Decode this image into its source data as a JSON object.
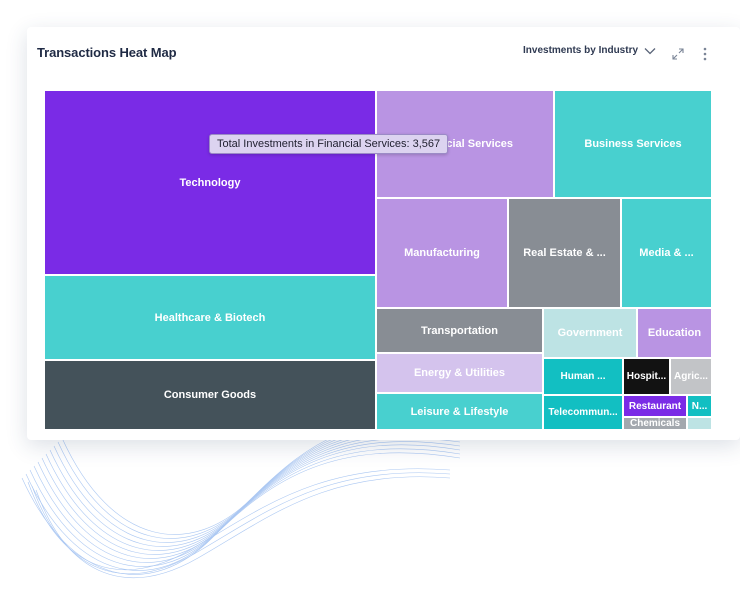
{
  "card": {
    "title": "Transactions Heat Map",
    "dropdown_label": "Investments by Industry"
  },
  "tooltip": {
    "text": "Total Investments in Financial Services: 3,567"
  },
  "tiles": {
    "technology": "Technology",
    "healthcare": "Healthcare & Biotech",
    "consumer": "Consumer Goods",
    "financial": "Financial Services",
    "business": "Business Services",
    "manufacturing": "Manufacturing",
    "realestate": "Real Estate & ...",
    "media": "Media & ...",
    "transportation": "Transportation",
    "government": "Government",
    "education": "Education",
    "energy": "Energy & Utilities",
    "human": "Human ...",
    "hospit": "Hospit...",
    "agric": "Agric...",
    "leisure": "Leisure & Lifestyle",
    "telecom": "Telecommun...",
    "restaurant": "Restaurant",
    "n": "N...",
    "chemicals": "Chemicals"
  },
  "colors": {
    "purple": "#7a2be6",
    "lavender": "#b994e3",
    "teal": "#48d0cf",
    "dark": "#44525a",
    "gray": "#888d94",
    "pale_teal": "#bde3e4",
    "pale_lavender": "#d4c3ed",
    "black": "#121212",
    "light_gray": "#c2c4c7"
  }
}
